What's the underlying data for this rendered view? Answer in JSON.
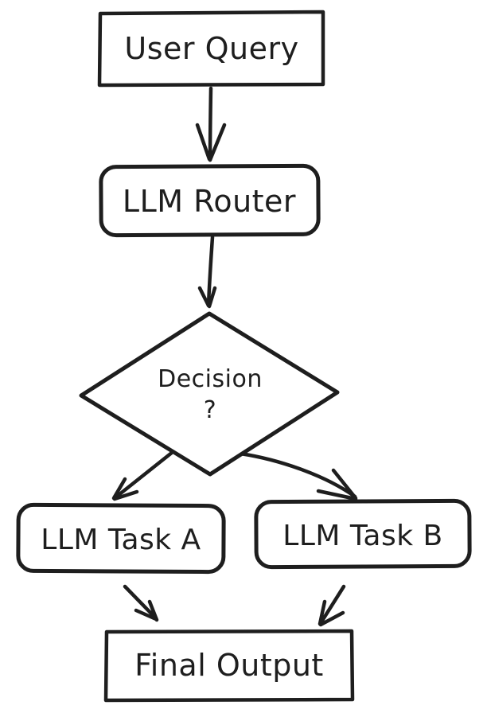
{
  "diagram": {
    "background_color": "#ffffff",
    "stroke_color": "#1e1e1e",
    "nodes": [
      {
        "id": "user-query",
        "shape": "rectangle",
        "label": "User Query"
      },
      {
        "id": "llm-router",
        "shape": "rounded-rectangle",
        "label": "LLM Router"
      },
      {
        "id": "decision",
        "shape": "diamond",
        "label": "Decision",
        "label_line2": "?"
      },
      {
        "id": "llm-task-a",
        "shape": "rounded-rectangle",
        "label": "LLM Task A"
      },
      {
        "id": "llm-task-b",
        "shape": "rounded-rectangle",
        "label": "LLM Task B"
      },
      {
        "id": "final-output",
        "shape": "rectangle",
        "label": "Final Output"
      }
    ],
    "edges": [
      {
        "from": "user-query",
        "to": "llm-router",
        "style": "straight-arrow"
      },
      {
        "from": "llm-router",
        "to": "decision",
        "style": "straight-arrow"
      },
      {
        "from": "decision",
        "to": "llm-task-a",
        "style": "straight-arrow"
      },
      {
        "from": "decision",
        "to": "llm-task-b",
        "style": "curved-arrow"
      },
      {
        "from": "llm-task-a",
        "to": "final-output",
        "style": "straight-arrow"
      },
      {
        "from": "llm-task-b",
        "to": "final-output",
        "style": "straight-arrow"
      }
    ]
  }
}
